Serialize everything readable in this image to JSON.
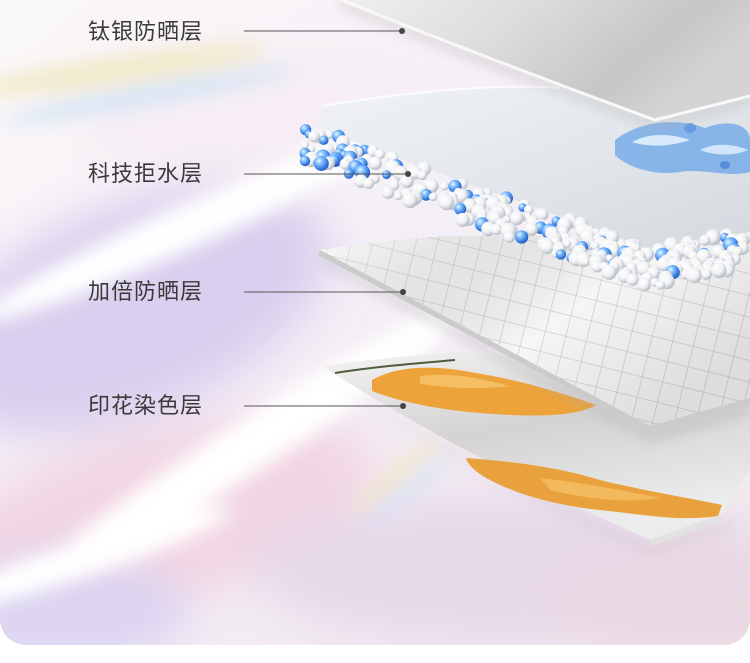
{
  "layers": [
    {
      "label": "钛银防晒层"
    },
    {
      "label": "科技拒水层"
    },
    {
      "label": "加倍防晒层"
    },
    {
      "label": "印花染色层"
    }
  ],
  "colors": {
    "label": "#3a3a3a",
    "pointer": "#555555",
    "print_orange": "#eea23a",
    "bead_blue": "#2f72d8"
  }
}
